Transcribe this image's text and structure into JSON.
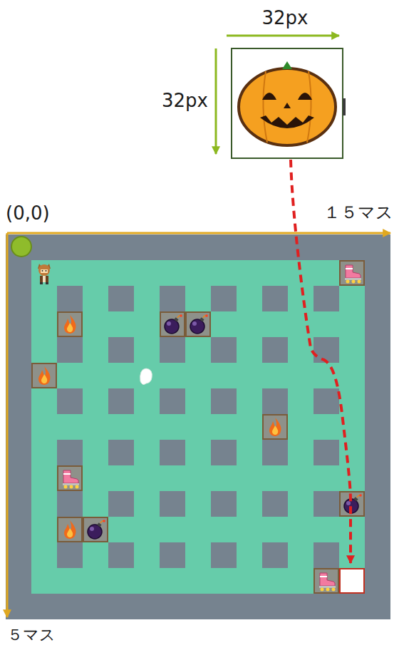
{
  "diagram": {
    "labels": [
      "32px",
      "32px",
      "(0,0)",
      "１５マス",
      "５マス"
    ]
  }
}
